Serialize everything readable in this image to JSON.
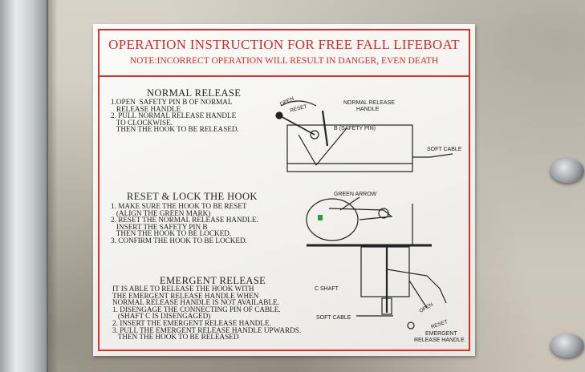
{
  "placard": {
    "title": "OPERATION INSTRUCTION FOR FREE FALL LIFEBOAT",
    "note": "NOTE:INCORRECT OPERATION WILL RESULT IN DANGER, EVEN DEATH",
    "sections": {
      "normal": {
        "heading": "NORMAL RELEASE",
        "steps": [
          "1.OPEN  SAFETY PIN B OF NORMAL",
          "   RELEASE HANDLE",
          "2. PULL NORMAL RELEASE HANDLE",
          "   TO CLOCKWISE.",
          "   THEN THE HOOK TO BE RELEASED."
        ]
      },
      "reset": {
        "heading": "RESET & LOCK THE HOOK",
        "steps": [
          "1. MAKE SURE THE HOOK TO BE RESET",
          "   (ALIGN THE GREEN MARK)",
          "2. RESET THE NORMAL RELEASE HANDLE.",
          "   INSERT THE SAFETY PIN B",
          "   THEN THE HOOK TO BE LOCKED.",
          "3. CONFIRM THE HOOK TO BE LOCKED."
        ]
      },
      "emergent": {
        "heading": "EMERGENT RELEASE",
        "steps": [
          "IT IS ABLE TO RELEASE THE HOOK WITH",
          "THE EMERGENT RELEASE HANDLE WHEN",
          "NORMAL RELEASE HANDLE IS NOT AVAILABLE.",
          "1. DISENGAGE THE CONNECTING PIN OF CABLE.",
          "   (SHAFT C IS DISENGAGED)",
          "2. INSERT THE EMERGENT RELEASE HANDLE.",
          "3. PULL THE EMERGENT RELEASE HANDLE UPWARDS.",
          "   THEN THE HOOK TO BE RELEASED"
        ]
      }
    },
    "diagram_labels": {
      "open": "OPEN",
      "reset": "RESET",
      "normal_release_handle_line1": "NORMAL RELEASE",
      "normal_release_handle_line2": "HANDLE",
      "safety_pin": "B (SAFETY PIN)",
      "soft_cable": "SOFT CABLE",
      "green_arrow": "GREEN ARROW",
      "c_shaft": "C SHAFT",
      "soft_cable_2": "SOFT CABLE",
      "open_2": "OPEN",
      "reset_2": "RESET",
      "emergent_handle_line1": "EMERGENT",
      "emergent_handle_line2": "RELEASE HANDLE"
    },
    "colors": {
      "frame": "#d8302b",
      "text": "#222222",
      "green_mark": "#2a9a44"
    }
  }
}
